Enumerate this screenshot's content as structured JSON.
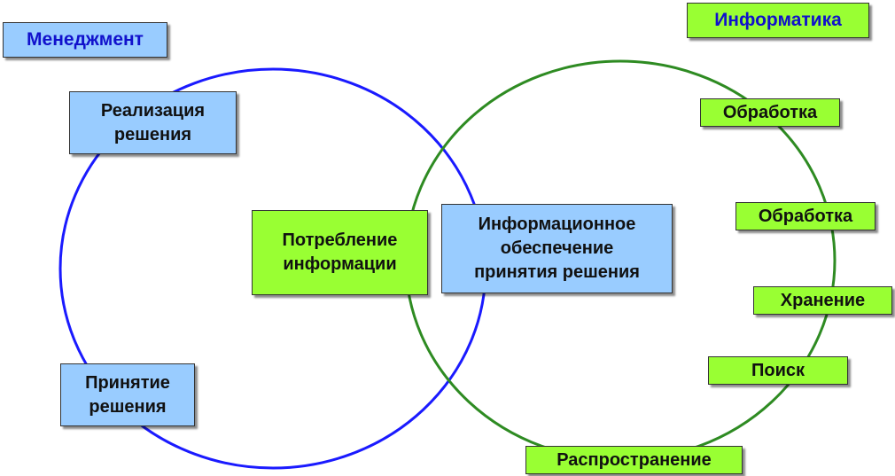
{
  "colors": {
    "management_circle": "#1a1aff",
    "informatics_circle": "#2e8b22",
    "blue_box": "#99ccff",
    "green_box": "#99ff33",
    "title_text": "#1111cc"
  },
  "management": {
    "title": "Менеджмент",
    "items": [
      {
        "label": "Реализация\nрешения"
      },
      {
        "label": "Принятие\nрешения"
      }
    ]
  },
  "informatics": {
    "title": "Информатика",
    "items": [
      {
        "label": "Обработка"
      },
      {
        "label": "Обработка"
      },
      {
        "label": "Хранение"
      },
      {
        "label": "Поиск"
      },
      {
        "label": "Распространение"
      }
    ]
  },
  "intersection": {
    "consumption": "Потребление\nинформации",
    "support": "Информационное\nобеспечение\nпринятия решения"
  }
}
